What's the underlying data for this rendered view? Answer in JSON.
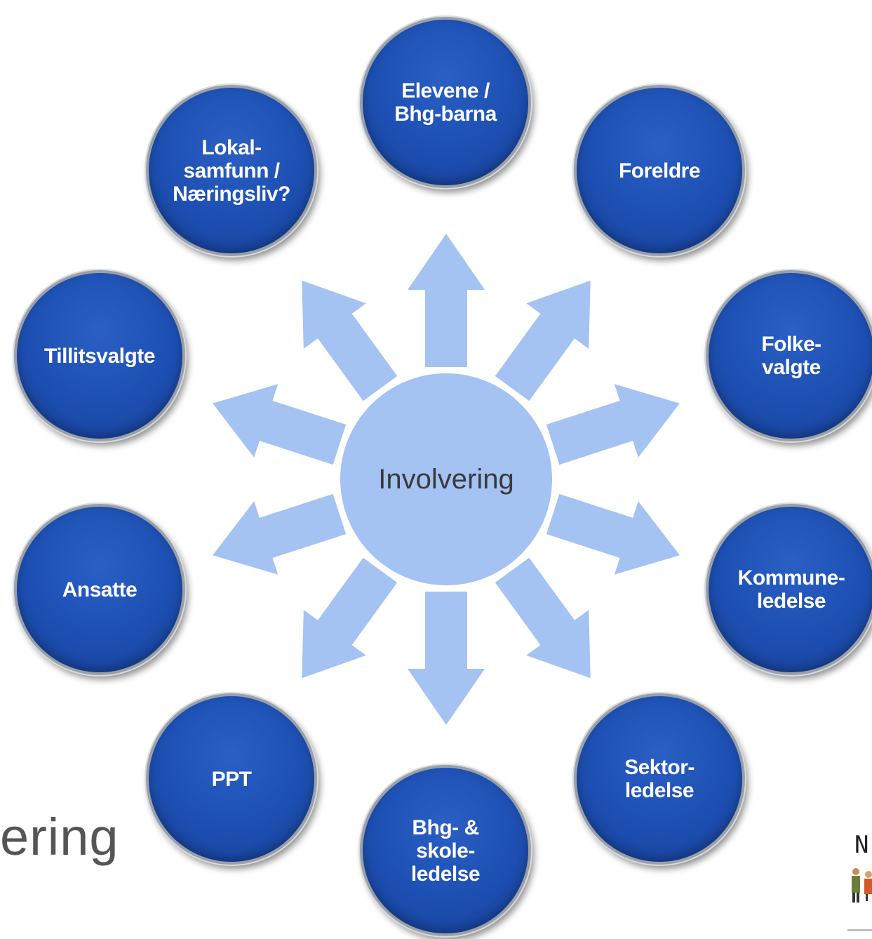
{
  "center": {
    "label": "Involvering"
  },
  "background_title": "ering",
  "corner_text": "N",
  "colors": {
    "node_fill": "#1d4fb2",
    "center_fill": "#a4c2f2",
    "arrow_fill": "#a4c2f2"
  },
  "nodes": [
    {
      "id": "elevene",
      "label": "Elevene /\nBhg-barna"
    },
    {
      "id": "foreldre",
      "label": "Foreldre"
    },
    {
      "id": "folkevalgte",
      "label": "Folke-\nvalgte"
    },
    {
      "id": "kommuneledelse",
      "label": "Kommune-\nledelse"
    },
    {
      "id": "sektorledelse",
      "label": "Sektor-\nledelse"
    },
    {
      "id": "bhg-skoleledelse",
      "label": "Bhg- &\nskole-\nledelse"
    },
    {
      "id": "ppt",
      "label": "PPT"
    },
    {
      "id": "ansatte",
      "label": "Ansatte"
    },
    {
      "id": "tillitsvalgte",
      "label": "Tillitsvalgte"
    },
    {
      "id": "lokalsamfunn",
      "label": "Lokal-\nsamfunn /\nNæringsliv?"
    }
  ]
}
